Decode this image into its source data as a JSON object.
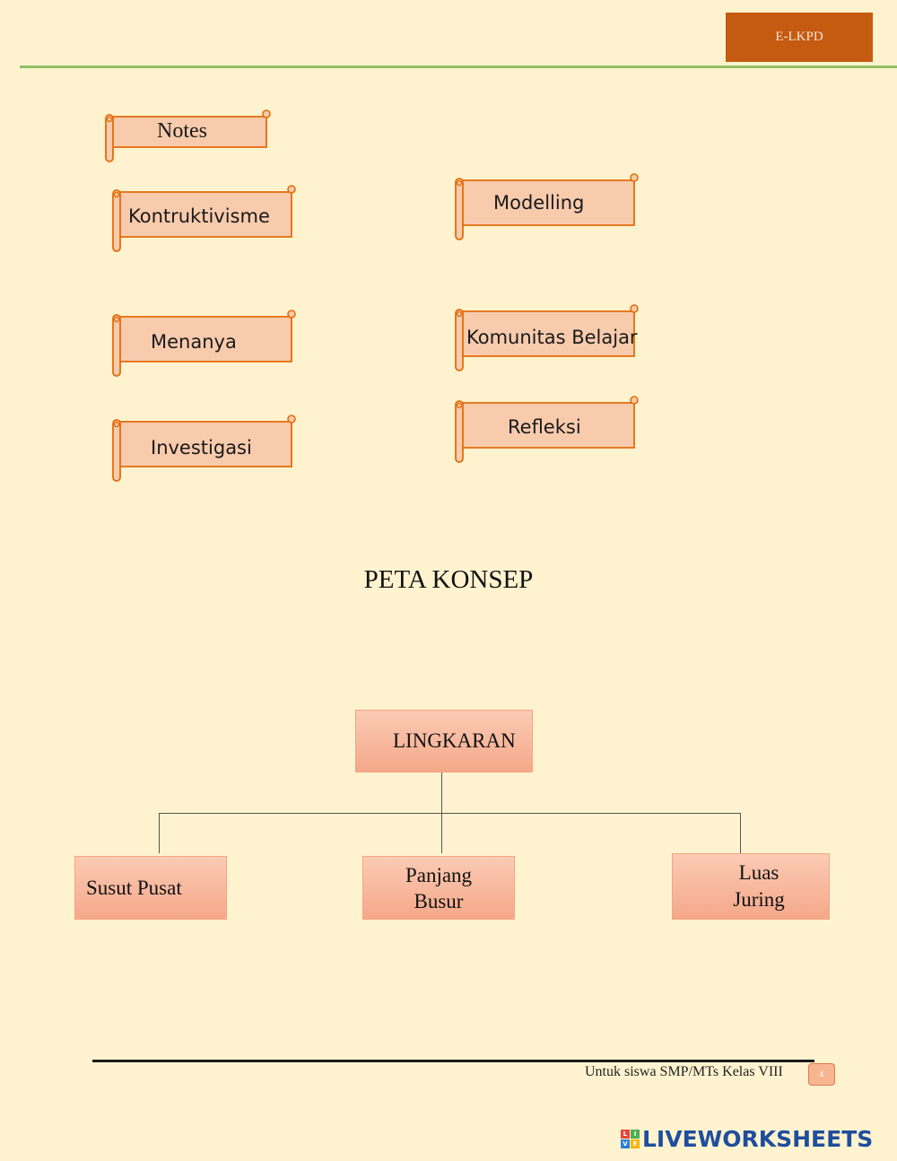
{
  "header": {
    "tab_label": "E-LKPD"
  },
  "scrolls": [
    {
      "label": "Notes"
    },
    {
      "label": "Kontruktivisme"
    },
    {
      "label": "Modelling"
    },
    {
      "label": "Menanya"
    },
    {
      "label": "Komunitas Belajar"
    },
    {
      "label": "Investigasi"
    },
    {
      "label": "Refleksi"
    }
  ],
  "concept_map": {
    "title": "PETA KONSEP",
    "root": "LINGKARAN",
    "children": [
      {
        "line1": "Susut Pusat",
        "line2": ""
      },
      {
        "line1": "Panjang",
        "line2": "Busur"
      },
      {
        "line1": "Luas",
        "line2": "Juring"
      }
    ]
  },
  "footer": {
    "text": "Untuk siswa SMP/MTs Kelas VIII",
    "page": "4"
  },
  "brand": {
    "logo_letters": [
      "L",
      "I",
      "V",
      "E"
    ],
    "logo_colors": [
      "#e8443a",
      "#4cae4f",
      "#2a7fd4",
      "#f4b400"
    ],
    "name": "LIVEWORKSHEETS"
  },
  "colors": {
    "page_bg": "#fff3cf",
    "accent": "#c55a11",
    "rule": "#92c16a",
    "scroll_fill": "#f8cbad",
    "scroll_stroke": "#e46c0a"
  }
}
